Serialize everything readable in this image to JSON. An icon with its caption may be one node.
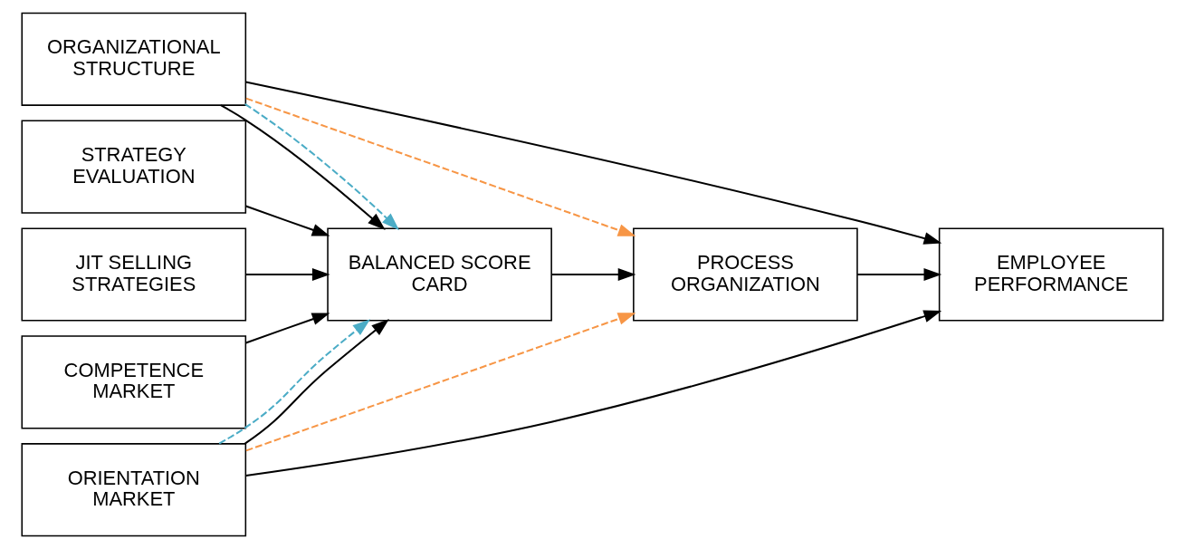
{
  "diagram": {
    "nodes": [
      {
        "text": [
          "ORGANIZATIONAL STRUCTURE"
        ]
      },
      {
        "text": [
          "STRATEGY EVALUATION"
        ]
      },
      {
        "text": [
          "JIT SELLING STRATEGIES"
        ]
      },
      {
        "text": [
          "COMPETENCE MARKET"
        ]
      },
      {
        "text": [
          "ORIENTATION MARKET"
        ]
      },
      {
        "text": [
          "BALANCED SCORE CARD"
        ]
      },
      {
        "text": [
          "PROCESS ORGANIZATION"
        ]
      },
      {
        "text": [
          "EMPLOYEE PERFORMANCE"
        ]
      }
    ],
    "edges": [
      {
        "from": 0,
        "to": 5,
        "arrow": "to"
      },
      {
        "from": 1,
        "to": 5,
        "arrow": "to"
      },
      {
        "from": 2,
        "to": 5,
        "arrow": "to"
      },
      {
        "from": 3,
        "to": 5,
        "arrow": "to"
      },
      {
        "from": 4,
        "to": 5,
        "arrow": "to"
      },
      {
        "from": 5,
        "to": 6,
        "arrow": "to"
      },
      {
        "from": 6,
        "to": 7,
        "arrow": "to"
      },
      {
        "from": 0,
        "to": 5,
        "arrow": "to",
        "style": "dashed",
        "color": "#4bacc6"
      },
      {
        "from": 4,
        "to": 5,
        "arrow": "to",
        "style": "dashed",
        "color": "#4bacc6"
      },
      {
        "from": 0,
        "to": 6,
        "arrow": "to",
        "style": "dashed",
        "color": "#f79646"
      },
      {
        "from": 4,
        "to": 6,
        "arrow": "to",
        "style": "dashed",
        "color": "#f79646"
      },
      {
        "from": 0,
        "to": 7,
        "arrow": "to"
      },
      {
        "from": 4,
        "to": 7,
        "arrow": "to"
      }
    ]
  }
}
